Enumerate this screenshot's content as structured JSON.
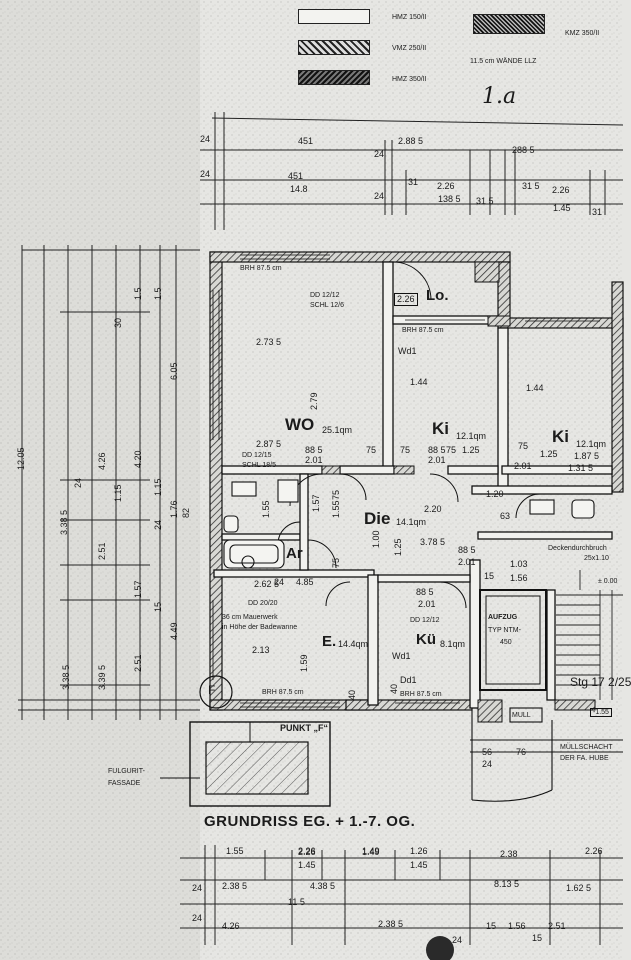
{
  "legend": {
    "items": [
      {
        "label": "HMZ 150/II"
      },
      {
        "label": "VMZ 250/II"
      },
      {
        "label": "HMZ 350/II"
      },
      {
        "label": "KMZ 350/II"
      }
    ],
    "note": "11.5 cm WÄNDE    LLZ",
    "handwriting": "1.a"
  },
  "rooms": {
    "wo": {
      "name": "WO",
      "area": "25.1qm"
    },
    "ki1": {
      "name": "Ki",
      "area": "12.1qm"
    },
    "ki2": {
      "name": "Ki",
      "area": "12.1qm"
    },
    "lo": {
      "name": "Lo.",
      "dim": "2.26"
    },
    "die": {
      "name": "Die",
      "area": "14.1qm"
    },
    "ar": {
      "name": "Ar"
    },
    "e": {
      "name": "E.",
      "area": "14.4qm"
    },
    "ku": {
      "name": "Kü",
      "area": "8.1qm"
    }
  },
  "annotations": {
    "brh1": "BRH 87.5 cm",
    "brh2": "BRH 87.5 cm",
    "brh3": "BRH 87.5 cm",
    "brh4": "BRH 87.5 cm",
    "dd1": "DD 12/12",
    "schl1": "SCHL 12/6",
    "dd2": "DD 12/15",
    "schl2": "SCHL 18/5",
    "dd3": "DD 20/20",
    "dd4": "DD 12/12",
    "wd1": "Wd1",
    "wd2": "Wd1",
    "dd5": "Dd1",
    "mauerwerk1": "36 cm Mauerwerk",
    "mauerwerk2": "in Höhe der Badewanne",
    "aufzug1": "AUFZUG",
    "aufzug2": "TYP NTM-",
    "aufzug3": "450",
    "stg": "Stg 17 2/25",
    "decken1": "Deckendurchbruch",
    "decken2": "25x1.10",
    "level0": "± 0.00",
    "level1": "-1.55",
    "mull": "MULL",
    "mullschacht1": "MÜLLSCHACHT",
    "mullschacht2": "DER FA. HUBE",
    "punkt": "PUNKT „F“",
    "fulgurit1": "FULGURIT-",
    "fulgurit2": "FASSADE",
    "f_marker": "F"
  },
  "title": "GRUNDRISS EG. + 1.-7. OG.",
  "dimensions_top": {
    "row1": [
      "24",
      "451",
      "24",
      "2.88 5",
      "288 5"
    ],
    "row2": [
      "24",
      "451",
      "31",
      "2.26",
      "31 5",
      "2.26"
    ],
    "row3": [
      "14.8",
      "24",
      "138 5",
      "31 5",
      "1.45",
      "31"
    ]
  },
  "dimensions_left": [
    "12.05",
    "4.26",
    "4.20",
    "1.5",
    "1.76",
    "82",
    "3.38 5",
    "2.51",
    "1.57",
    "2.51",
    "4.49",
    "3.38 5",
    "3.39 5",
    "6.05",
    "24",
    "30",
    "1.5",
    "24",
    "15",
    "1.15",
    "1.15"
  ],
  "dimensions_interior": [
    "2.73 5",
    "2.79",
    "1.44",
    "1.44",
    "2.87 5",
    "88 5",
    "2.01",
    "75",
    "75",
    "88 5",
    "2.01",
    "75",
    "1.25",
    "1.20",
    "75",
    "1.25",
    "2.20",
    "1.87 5",
    "1.31 5",
    "2.01",
    "1.55",
    "1.55",
    "75",
    "75",
    "1.00",
    "3.78 5",
    "2.62 5",
    "4.85",
    "88 5",
    "2.01",
    "1.03",
    "1.56",
    "2.13",
    "1.59",
    "2.01",
    "40",
    "40",
    "1.49",
    "2.26",
    "88 5",
    "56",
    "24",
    "76",
    "15",
    "24",
    "1.25",
    "1.57",
    "63"
  ],
  "dimensions_bottom": {
    "row1": [
      "1.55",
      "2.26",
      "1.49",
      "1.26",
      "2.38",
      "2.26"
    ],
    "row2": [
      "1.45",
      "1.45"
    ],
    "row3": [
      "24",
      "2.38 5",
      "4.38 5",
      "8.13 5",
      "1.62 5"
    ],
    "row4": [
      "24",
      "4.26",
      "11 5",
      "2.38 5",
      "24",
      "15",
      "1.56",
      "15",
      "2.51"
    ]
  }
}
